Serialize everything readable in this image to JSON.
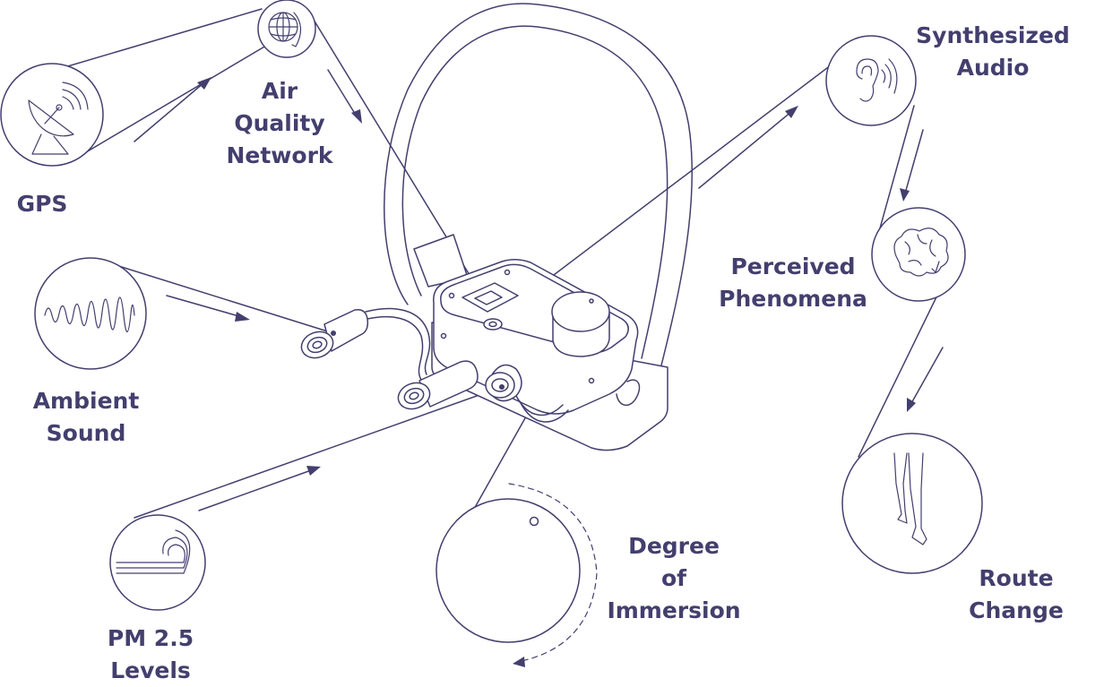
{
  "colors": {
    "ink": "#433f6e",
    "background": "#ffffff"
  },
  "nodes": [
    {
      "id": "gps",
      "icon": "satellite-dish-icon",
      "label_lines": [
        "GPS"
      ]
    },
    {
      "id": "air-quality",
      "icon": "globe-icon",
      "label_lines": [
        "Air",
        "Quality",
        "Network"
      ]
    },
    {
      "id": "ambient-sound",
      "icon": "sound-wave-icon",
      "label_lines": [
        "Ambient",
        "Sound"
      ]
    },
    {
      "id": "pm25",
      "icon": "wind-icon",
      "label_lines": [
        "PM 2.5",
        "Levels"
      ]
    },
    {
      "id": "immersion",
      "icon": "knob-dial-icon",
      "label_lines": [
        "Degree",
        "of",
        "Immersion"
      ]
    },
    {
      "id": "synth-audio",
      "icon": "ear-icon",
      "label_lines": [
        "Synthesized",
        "Audio"
      ]
    },
    {
      "id": "perceived",
      "icon": "brain-icon",
      "label_lines": [
        "Perceived",
        "Phenomena"
      ]
    },
    {
      "id": "route",
      "icon": "walking-legs-icon",
      "label_lines": [
        "Route",
        "Change"
      ]
    }
  ],
  "device": {
    "icon": "wearable-device-icon"
  }
}
